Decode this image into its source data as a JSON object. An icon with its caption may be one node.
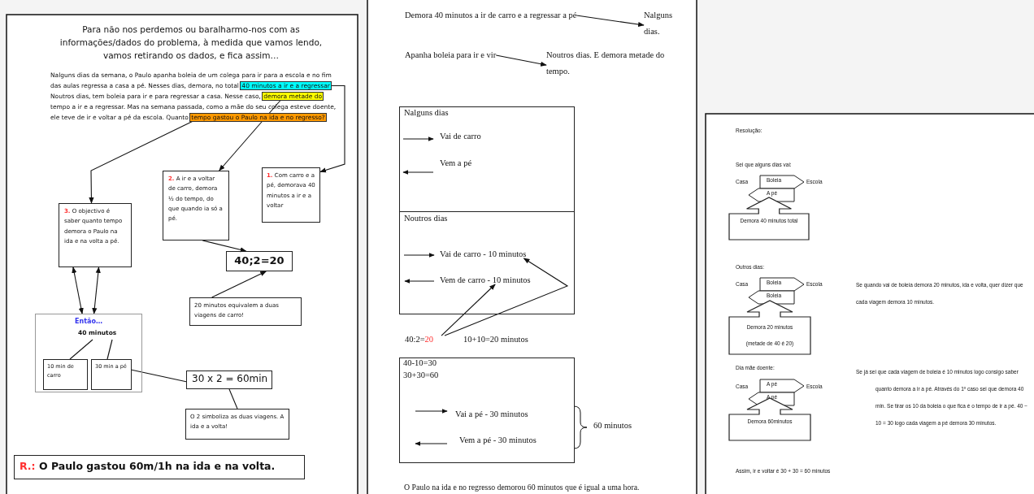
{
  "diagram": {
    "nodes": [
      {
        "text": [
          "Nalguns dias da semana, o Paulo apanha boleia de um colega para ir para a escola e no fim das aulas regressa a casa a pé. Nesses dias, demora, no total",
          "Noutros dias, tem boleia para ir e para regressar a casa. Nesse caso,",
          "tempo a ir e a regressar. Mas na semana passada, como a mãe do seu colega esteve doente, ele teve de ir e voltar a pé da escola. Quanto"
        ]
      },
      {
        "text": [
          "40 minutos a ir e a regressar"
        ],
        "in": 0
      },
      {
        "text": [
          "demora metade do"
        ],
        "in": 0
      },
      {
        "text": [
          "tempo gastou o Paulo na ida e no regresso?"
        ],
        "in": 0
      },
      {
        "text": [
          "1.",
          "Com carro e a pé, demorava 40 minutos a ir e a voltar"
        ]
      },
      {
        "text": [
          "2.",
          "A ir e a voltar de carro, demora ½ do tempo, do que quando ia só a pé."
        ]
      },
      {
        "text": [
          "3.",
          "O objectivo é saber quanto tempo demora o Paulo na ida e na volta a pé."
        ]
      },
      {
        "text": [
          "40;2=20"
        ]
      },
      {
        "text": [
          "20 minutos equivalem a duas viagens de carro!"
        ]
      },
      {
        "text": [
          "Então…"
        ]
      },
      {
        "text": [
          "40 minutos"
        ],
        "in": 9
      },
      {
        "text": [
          "10 min de carro"
        ],
        "in": 9
      },
      {
        "text": [
          "30 min a pé"
        ],
        "in": 9
      },
      {
        "text": [
          "30 x 2 = 60min"
        ]
      },
      {
        "text": [
          "O 2 simboliza as duas viagens. A ida e a volta!"
        ]
      },
      {
        "text": [
          "R.:",
          "O Paulo gastou 60m/1h na ida e na volta."
        ]
      },
      {
        "text": [
          "Demora 40 minutos a ir de carro e a regressar a pé"
        ]
      },
      {
        "text": [
          "Nalguns dias."
        ]
      },
      {
        "text": [
          "Apanha boleia para ir e vir"
        ]
      },
      {
        "text": [
          "Noutros dias. E demora metade do tempo."
        ]
      },
      {
        "text": [
          "Nalguns dias",
          "Vai de carro",
          "Vem a pé"
        ]
      },
      {
        "text": [
          "Noutros dias"
        ]
      },
      {
        "text": [
          "Vai de carro - 10 minutos"
        ],
        "in": 21
      },
      {
        "text": [
          "Vem de carro - 10 minutos"
        ],
        "in": 21
      },
      {
        "text": [
          "40:2=",
          "20"
        ]
      },
      {
        "text": [
          "40-10=30",
          "30+30=60",
          "Vai a pé - 30 minutos",
          "Vem a pé - 30 minutos",
          "60 minutos"
        ]
      },
      {
        "text": [
          "Boleia"
        ]
      },
      {
        "text": [
          "A pé"
        ]
      },
      {
        "text": [
          "Demora 40 minutos total"
        ]
      },
      {
        "text": [
          "Boleia"
        ]
      },
      {
        "text": [
          "Boleia"
        ]
      },
      {
        "text": [
          "Demora 20 minutos",
          "(metade de 40 é 20)"
        ]
      },
      {
        "text": [
          "A pé"
        ]
      },
      {
        "text": [
          "A pé"
        ]
      },
      {
        "text": [
          "Demora 60minutos"
        ]
      }
    ],
    "edges": [
      {
        "from": 3,
        "to": 6,
        "arrow": "to"
      },
      {
        "from": 2,
        "to": 5,
        "arrow": "to"
      },
      {
        "from": 1,
        "to": 4,
        "arrow": "to"
      },
      {
        "from": 5,
        "to": 7,
        "arrow": "to"
      },
      {
        "from": 8,
        "to": 7,
        "arrow": "to"
      },
      {
        "from": 6,
        "to": 9,
        "arrow": "both"
      },
      {
        "from": 6,
        "to": 9,
        "arrow": "both"
      },
      {
        "from": 10,
        "to": 11,
        "arrow": "none"
      },
      {
        "from": 10,
        "to": 12,
        "arrow": "none"
      },
      {
        "from": 12,
        "to": 13,
        "arrow": "none"
      },
      {
        "from": 13,
        "to": 14,
        "arrow": "none"
      },
      {
        "from": 16,
        "to": 17,
        "arrow": "to"
      },
      {
        "from": 18,
        "to": 19,
        "arrow": "to"
      },
      {
        "from": 24,
        "to": 22,
        "arrow": "to"
      },
      {
        "from": 24,
        "to": 23,
        "arrow": "to"
      }
    ],
    "labels": [
      "Para não nos perdemos ou baralharmo-nos com as informações/dados do problema, à medida que vamos lendo, vamos retirando os dados, e fica assim…",
      "10+10=20 minutos",
      "O Paulo na ida e no regresso demorou 60 minutos que é igual a uma hora.",
      "Resolução:",
      "Sei que alguns dias vai:",
      "Casa",
      "Escola",
      "Outros dias:",
      "Casa",
      "Escola",
      "Se quando vai de boleia demora 20 minutos, ida e volta, quer dizer que cada viagem demora 10 minutos.",
      "Dia mãe doente:",
      "Se já sei que cada viagem de boleia é 10 minutos logo consigo saber quanto demora a ir a pé. Através do 1º caso sei que demora 40 min. Se tirar os 10 da boleia o que fica é o tempo de ir a pé. 40 − 10 = 30 logo cada viagem a pé demora 30 minutos.",
      "Casa",
      "Escola",
      "Assim, ir e voltar é 30 + 30 = 60 minutos"
    ]
  }
}
